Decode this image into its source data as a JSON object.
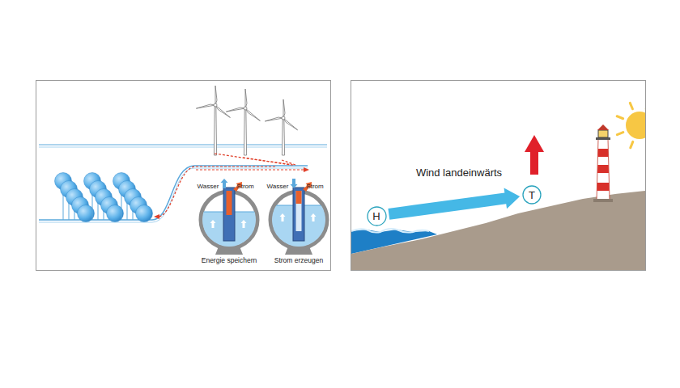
{
  "diagram": {
    "nodes": [
      {
        "text": [
          "H"
        ]
      },
      {
        "text": [
          "T"
        ]
      }
    ],
    "edges": [
      {
        "from": 0,
        "to": 1,
        "arrow": "to"
      }
    ],
    "labels": [
      "Wasser",
      "Strom",
      "Energie speichern",
      "Wasser",
      "Strom",
      "Strom erzeugen",
      "Wind landeinwärts"
    ]
  }
}
